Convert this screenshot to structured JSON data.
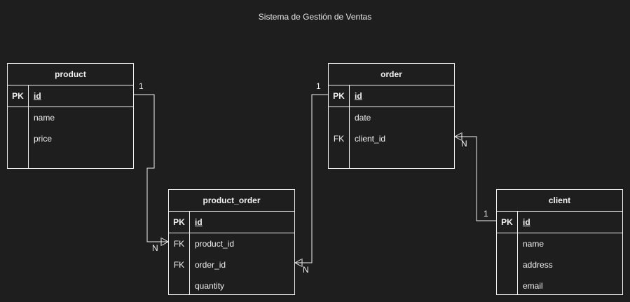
{
  "title": "Sistema de Gestión de Ventas",
  "entities": {
    "product": {
      "name": "product",
      "pk": {
        "key": "PK",
        "field": "id"
      },
      "fields": [
        {
          "key": "",
          "field": "name"
        },
        {
          "key": "",
          "field": "price"
        }
      ]
    },
    "order": {
      "name": "order",
      "pk": {
        "key": "PK",
        "field": "id"
      },
      "fields": [
        {
          "key": "",
          "field": "date"
        },
        {
          "key": "FK",
          "field": "client_id"
        }
      ]
    },
    "product_order": {
      "name": "product_order",
      "pk": {
        "key": "PK",
        "field": "id"
      },
      "fields": [
        {
          "key": "FK",
          "field": "product_id"
        },
        {
          "key": "FK",
          "field": "order_id"
        },
        {
          "key": "",
          "field": "quantity"
        }
      ]
    },
    "client": {
      "name": "client",
      "pk": {
        "key": "PK",
        "field": "id"
      },
      "fields": [
        {
          "key": "",
          "field": "name"
        },
        {
          "key": "",
          "field": "address"
        },
        {
          "key": "",
          "field": "email"
        }
      ]
    }
  },
  "relationships": [
    {
      "from": "product",
      "to": "product_order",
      "from_card": "1",
      "to_card": "N"
    },
    {
      "from": "order",
      "to": "product_order",
      "from_card": "1",
      "to_card": "N"
    },
    {
      "from": "client",
      "to": "order",
      "from_card": "1",
      "to_card": "N"
    }
  ]
}
